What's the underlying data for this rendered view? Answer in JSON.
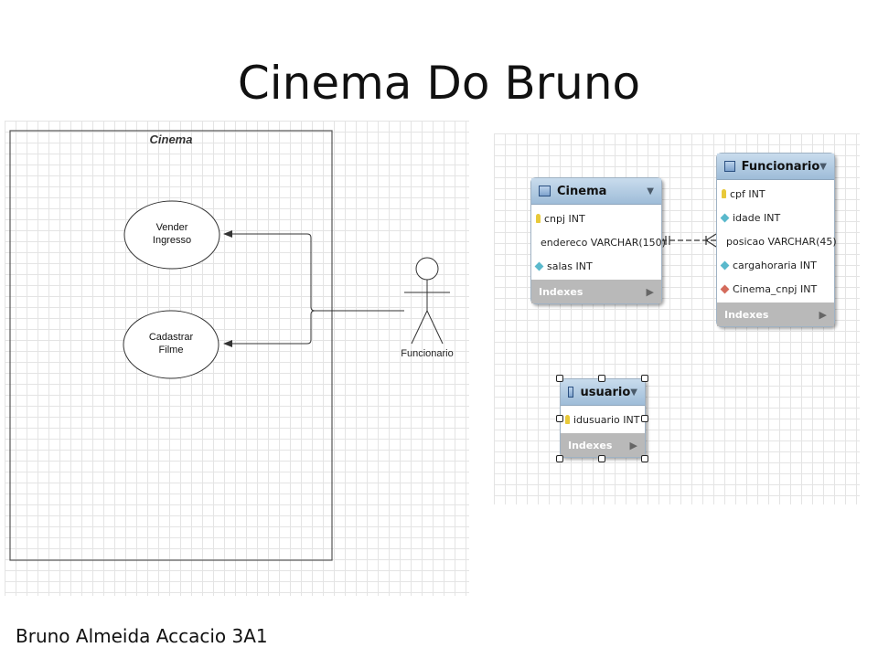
{
  "slide": {
    "title": "Cinema Do Bruno",
    "author": "Bruno Almeida Accacio 3A1"
  },
  "use_case": {
    "system_label": "Cinema",
    "use_cases": [
      {
        "line1": "Vender",
        "line2": "Ingresso"
      },
      {
        "line1": "Cadastrar",
        "line2": "Filme"
      }
    ],
    "actor": "Funcionario"
  },
  "er": {
    "tables": [
      {
        "name": "Cinema",
        "columns": [
          {
            "icon": "primary-key-icon",
            "text": "cnpj INT"
          },
          {
            "icon": "column-icon",
            "text": "endereco VARCHAR(150)"
          },
          {
            "icon": "column-icon",
            "text": "salas INT"
          }
        ],
        "indexes_label": "Indexes"
      },
      {
        "name": "Funcionario",
        "columns": [
          {
            "icon": "primary-key-icon",
            "text": "cpf INT"
          },
          {
            "icon": "column-icon",
            "text": "idade INT"
          },
          {
            "icon": "column-icon",
            "text": "posicao VARCHAR(45)"
          },
          {
            "icon": "column-icon",
            "text": "cargahoraria INT"
          },
          {
            "icon": "foreign-key-icon",
            "text": "Cinema_cnpj INT"
          }
        ],
        "indexes_label": "Indexes"
      },
      {
        "name": "usuario",
        "columns": [
          {
            "icon": "primary-key-icon",
            "text": "idusuario INT"
          }
        ],
        "indexes_label": "Indexes"
      }
    ],
    "relationship": {
      "from": "Cinema",
      "to": "Funcionario",
      "type": "one-to-many"
    }
  }
}
